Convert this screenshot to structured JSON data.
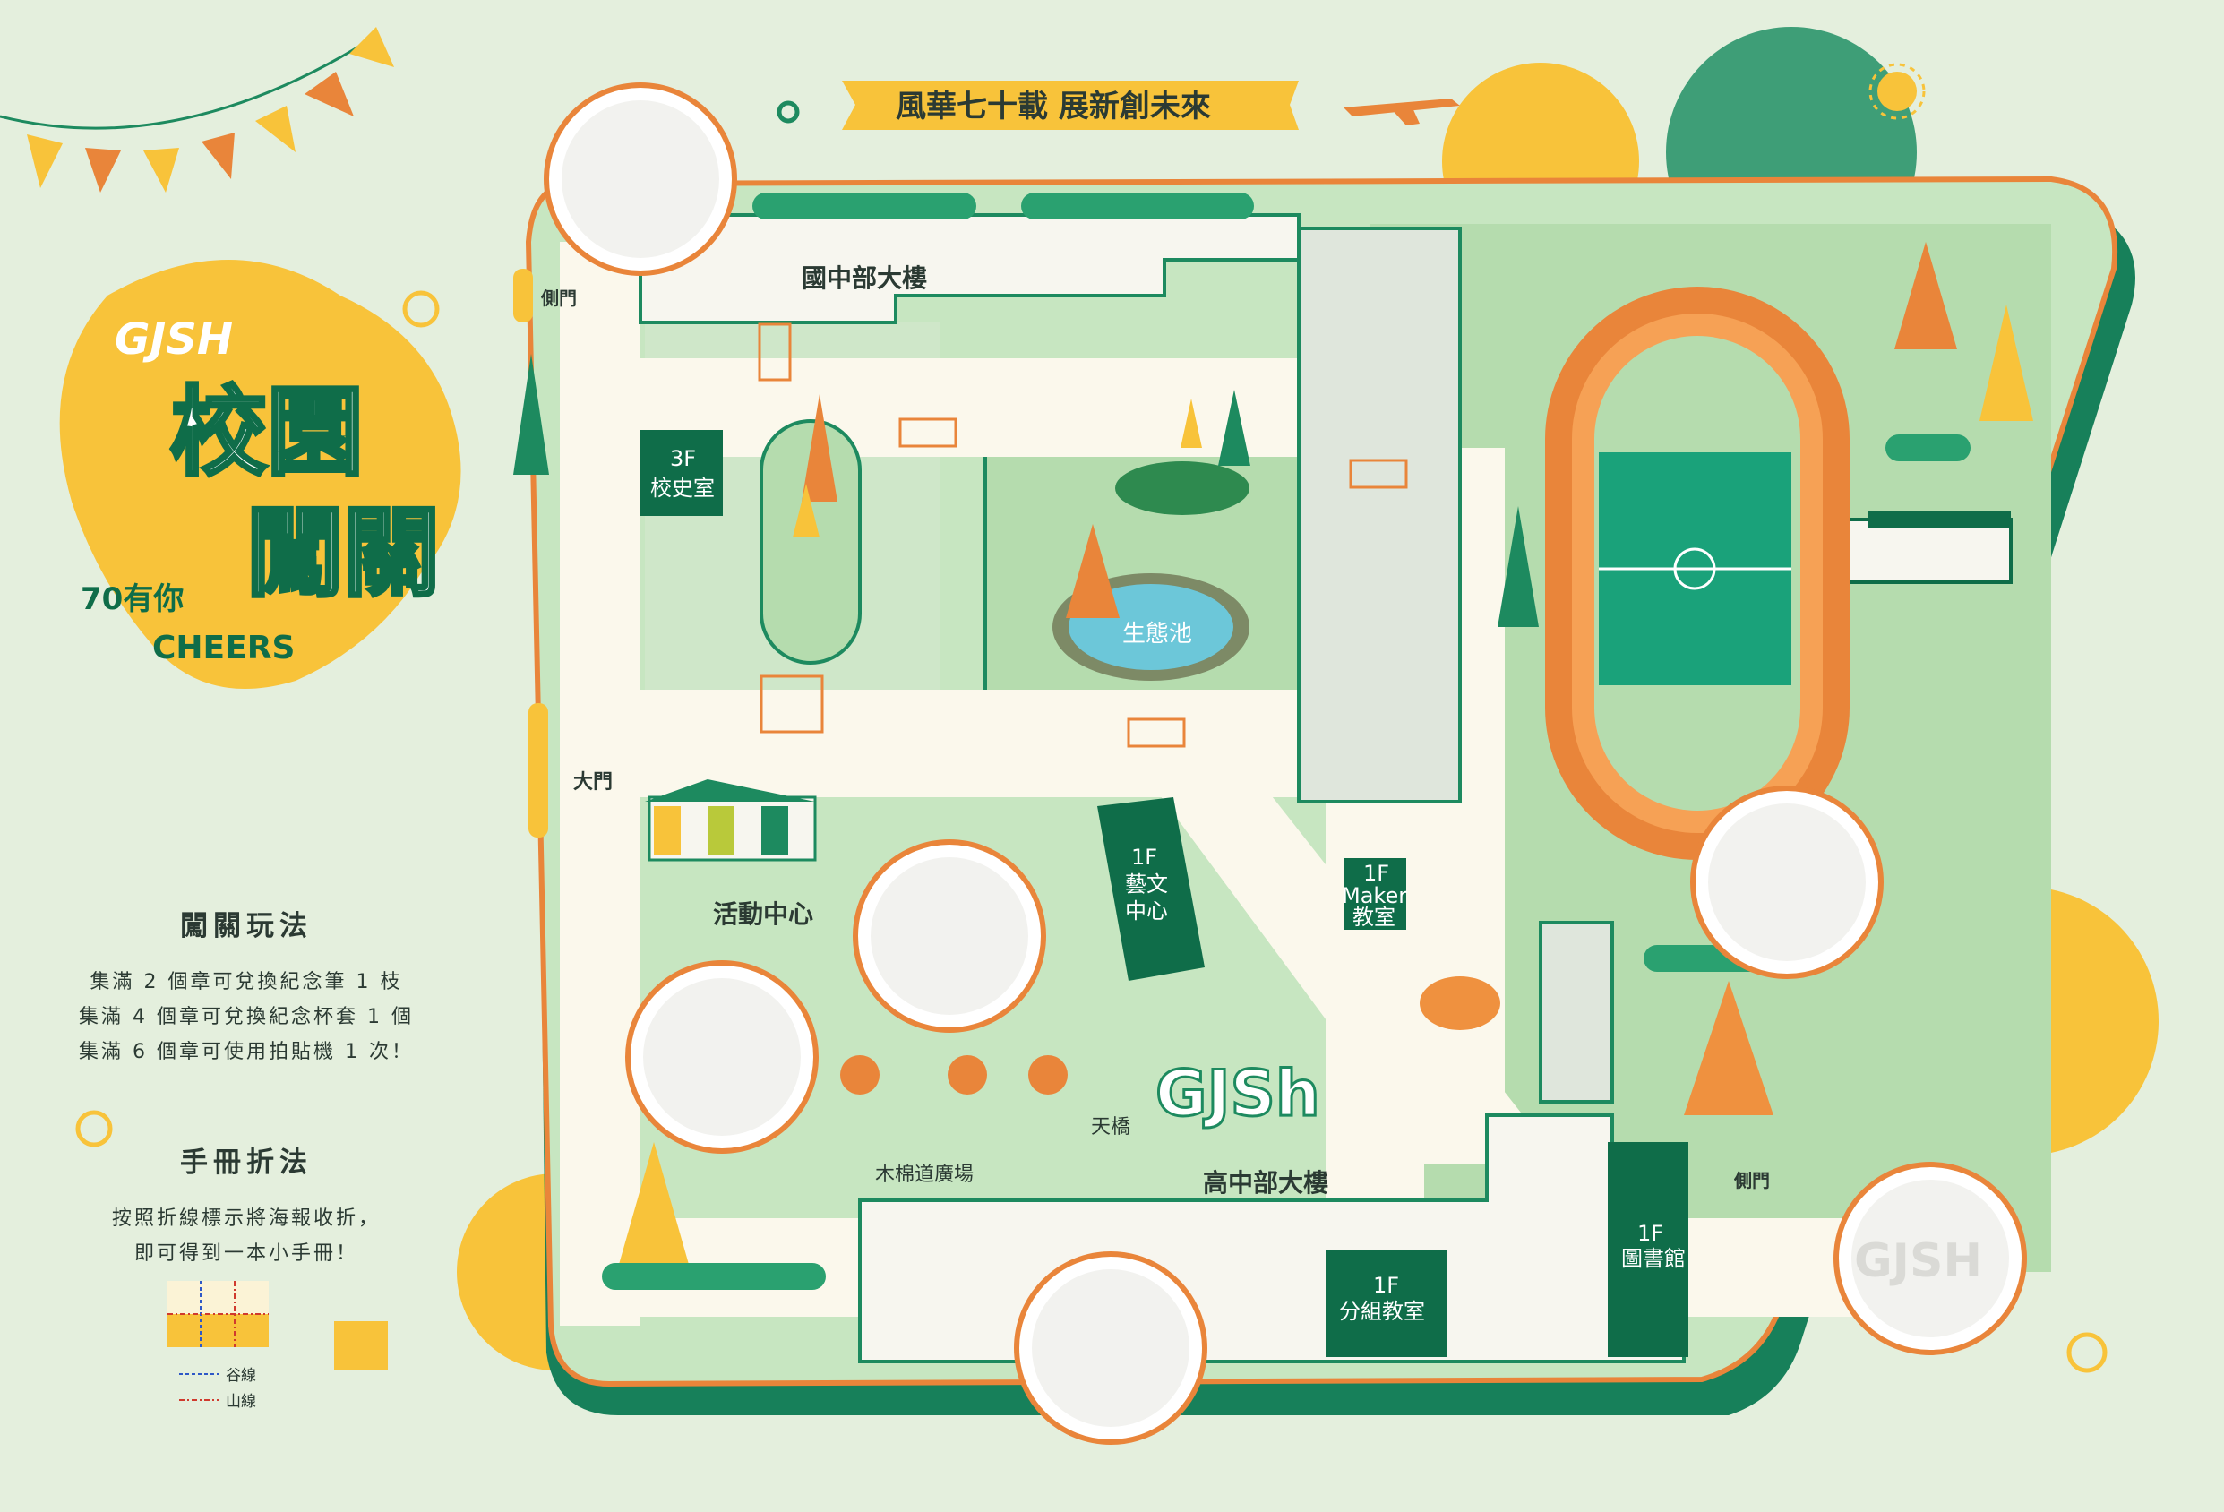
{
  "title": {
    "logo": "GJSH",
    "line1": "校園",
    "line2": "闖關",
    "tagline1": "70有你",
    "tagline2": "CHEERS"
  },
  "banner": "風華七十載 展新創未來",
  "rules": {
    "heading": "闖關玩法",
    "lines": [
      "集滿 2 個章可兌換紀念筆 1 枝",
      "集滿 4 個章可兌換紀念杯套 1 個",
      "集滿 6 個章可使用拍貼機 1 次！"
    ]
  },
  "fold": {
    "heading": "手冊折法",
    "lines": [
      "按照折線標示將海報收折，",
      "即可得到一本小手冊！"
    ],
    "legend_valley": "谷線",
    "legend_mountain": "山線"
  },
  "map": {
    "junior_building": "國中部大樓",
    "senior_building": "高中部大樓",
    "history_room_floor": "3F",
    "history_room": "校史室",
    "eco_pond": "生態池",
    "activity_center": "活動中心",
    "arts_center_floor": "1F",
    "arts_center_line1": "藝文",
    "arts_center_line2": "中心",
    "maker_floor": "1F",
    "maker_line1": "Maker",
    "maker_line2": "教室",
    "library_floor": "1F",
    "library": "圖書館",
    "group_room_floor": "1F",
    "group_room": "分組教室",
    "kapok_plaza": "木棉道廣場",
    "skybridge": "天橋",
    "main_gate": "大門",
    "side_gate_left": "側門",
    "side_gate_right": "側門",
    "ground_logo": "GJSh"
  },
  "stamp_logo": "GJSH",
  "colors": {
    "background": "#e4efdd",
    "campus_green": "#1d8a5f",
    "dark_green": "#0f6d49",
    "orange": "#e9853a",
    "yellow": "#f8c33a",
    "lawn": "#b9deb0",
    "path": "#fbf8ec"
  }
}
